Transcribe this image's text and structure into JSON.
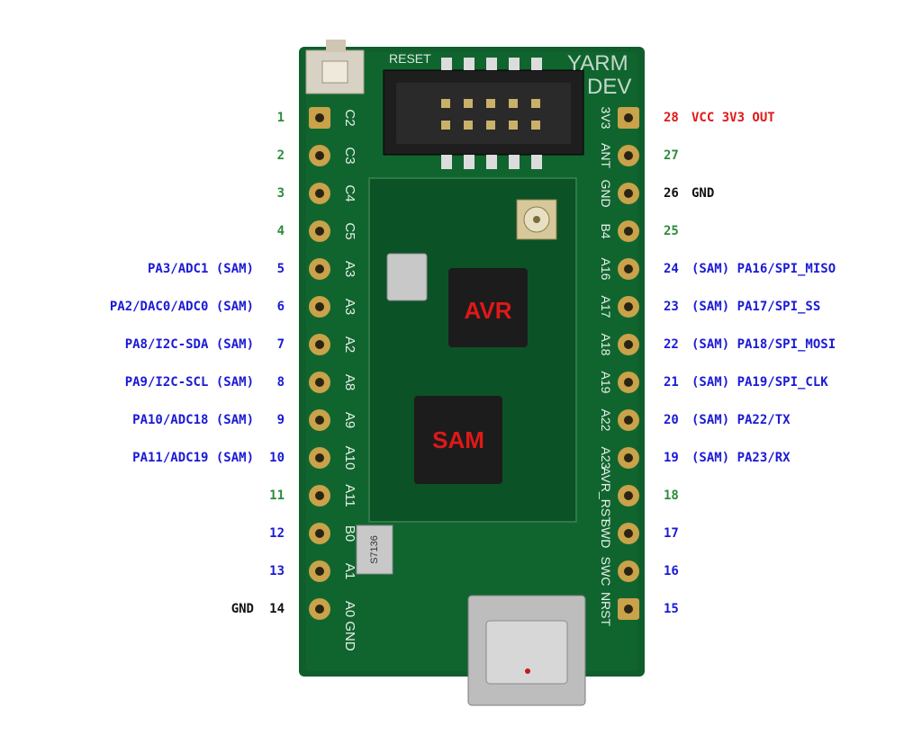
{
  "board": {
    "silkscreen_reset": "RESET",
    "silkscreen_brand_line1": "YARM",
    "silkscreen_brand_line2": "DEV",
    "chip_avr": "AVR",
    "chip_sam": "SAM",
    "crystal_marking": "S7136",
    "left_silk": [
      "C2",
      "C3",
      "C4",
      "C5",
      "A3",
      "A3",
      "A2",
      "A8",
      "A9",
      "A10",
      "A11",
      "B0",
      "A1",
      "A0",
      "GND"
    ],
    "right_silk": [
      "3V3",
      "ANT",
      "GND",
      "B4",
      "A16",
      "A17",
      "A18",
      "A19",
      "A22",
      "A23",
      "AVR_RST",
      "SWD",
      "SWC",
      "NRST"
    ],
    "colors": {
      "pcb": "#0f5e2c",
      "pad": "#c9a24a",
      "chip": "#1c1c1c",
      "chip_text": "#e01818"
    }
  },
  "left_pins": [
    {
      "num": "1",
      "label": "",
      "color": "green"
    },
    {
      "num": "2",
      "label": "",
      "color": "green"
    },
    {
      "num": "3",
      "label": "",
      "color": "green"
    },
    {
      "num": "4",
      "label": "",
      "color": "green"
    },
    {
      "num": "5",
      "label": "PA3/ADC1 (SAM)",
      "color": "blue"
    },
    {
      "num": "6",
      "label": "PA2/DAC0/ADC0 (SAM)",
      "color": "blue"
    },
    {
      "num": "7",
      "label": "PA8/I2C-SDA (SAM)",
      "color": "blue"
    },
    {
      "num": "8",
      "label": "PA9/I2C-SCL (SAM)",
      "color": "blue"
    },
    {
      "num": "9",
      "label": "PA10/ADC18 (SAM)",
      "color": "blue"
    },
    {
      "num": "10",
      "label": "PA11/ADC19 (SAM)",
      "color": "blue"
    },
    {
      "num": "11",
      "label": "",
      "color": "green"
    },
    {
      "num": "12",
      "label": "",
      "color": "blue"
    },
    {
      "num": "13",
      "label": "",
      "color": "blue"
    },
    {
      "num": "14",
      "label": "GND",
      "color": "black"
    }
  ],
  "right_pins": [
    {
      "num": "28",
      "label": "VCC 3V3 OUT",
      "color": "red"
    },
    {
      "num": "27",
      "label": "",
      "color": "green"
    },
    {
      "num": "26",
      "label": "GND",
      "color": "black"
    },
    {
      "num": "25",
      "label": "",
      "color": "green"
    },
    {
      "num": "24",
      "label": "(SAM) PA16/SPI_MISO",
      "color": "blue"
    },
    {
      "num": "23",
      "label": "(SAM) PA17/SPI_SS",
      "color": "blue"
    },
    {
      "num": "22",
      "label": "(SAM) PA18/SPI_MOSI",
      "color": "blue"
    },
    {
      "num": "21",
      "label": "(SAM) PA19/SPI_CLK",
      "color": "blue"
    },
    {
      "num": "20",
      "label": "(SAM) PA22/TX",
      "color": "blue"
    },
    {
      "num": "19",
      "label": "(SAM) PA23/RX",
      "color": "blue"
    },
    {
      "num": "18",
      "label": "",
      "color": "green"
    },
    {
      "num": "17",
      "label": "",
      "color": "blue"
    },
    {
      "num": "16",
      "label": "",
      "color": "blue"
    },
    {
      "num": "15",
      "label": "",
      "color": "blue"
    }
  ]
}
